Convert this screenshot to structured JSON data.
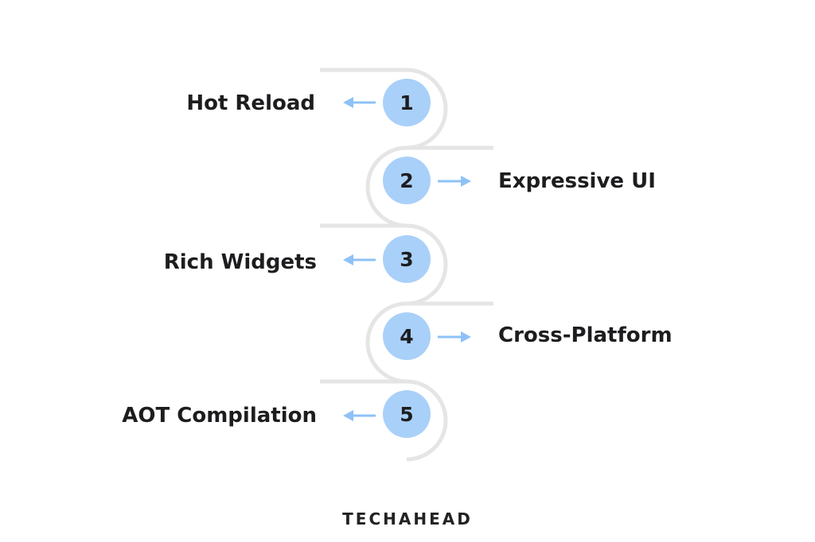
{
  "colors": {
    "circle": "#a9d0f9",
    "arrow": "#8ec2f7",
    "track": "#e5e5e5",
    "text": "#1d1d1f"
  },
  "steps": [
    {
      "number": "1",
      "label": "Hot Reload"
    },
    {
      "number": "2",
      "label": "Expressive UI"
    },
    {
      "number": "3",
      "label": "Rich Widgets"
    },
    {
      "number": "4",
      "label": "Cross-Platform"
    },
    {
      "number": "5",
      "label": "AOT Compilation"
    }
  ],
  "logo": {
    "text": "TECHAHEAD"
  }
}
